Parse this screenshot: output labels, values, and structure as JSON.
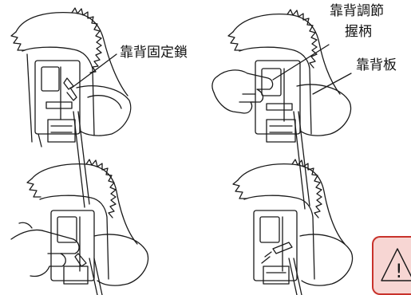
{
  "labels": {
    "backrest_lock": "靠背固定鎖",
    "backrest_adjust_line1": "靠背調節",
    "backrest_adjust_line2": "握柄",
    "backrest_plate": "靠背板"
  },
  "warning": {
    "icon": "warning-triangle-icon",
    "glyph": "!",
    "fill_color": "#f7d6d3",
    "stroke_color": "#c8322b"
  }
}
